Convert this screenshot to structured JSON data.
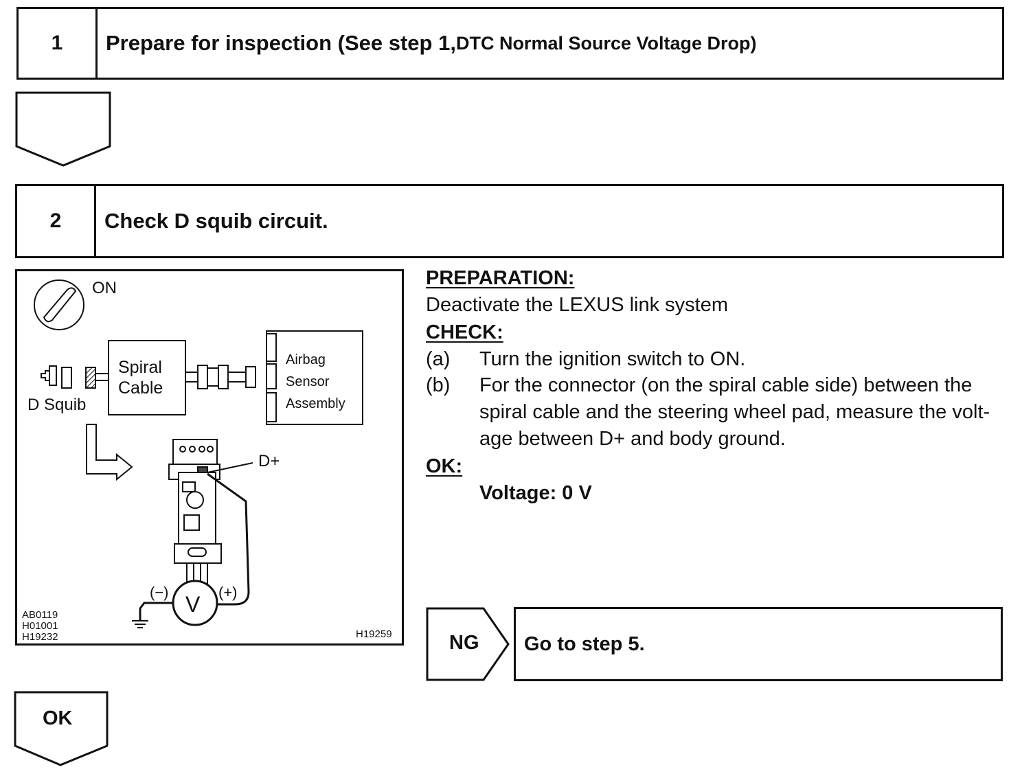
{
  "step1": {
    "number": "1",
    "title_main": "Prepare for inspection (See step 1, ",
    "title_ref": "DTC Normal Source Voltage Drop)"
  },
  "step2": {
    "number": "2",
    "title": "Check D squib circuit."
  },
  "diagram": {
    "ignition_label": "ON",
    "spiral_cable_line1": "Spiral",
    "spiral_cable_line2": "Cable",
    "d_squib_label": "D Squib",
    "airbag_line1": "Airbag",
    "airbag_line2": "Sensor",
    "airbag_line3": "Assembly",
    "terminal_label": "D+",
    "minus_label": "(−)",
    "plus_label": "(+)",
    "meter_symbol": "V",
    "fig_codes": [
      "AB0119",
      "H01001",
      "H19232"
    ],
    "fig_id": "H19259"
  },
  "instructions": {
    "preparation_label": "PREPARATION:",
    "preparation_text": "Deactivate the LEXUS link system",
    "check_label": "CHECK:",
    "items": [
      {
        "marker": "(a)",
        "lines": [
          "Turn the ignition switch to ON."
        ]
      },
      {
        "marker": "(b)",
        "lines": [
          "For the connector (on the spiral cable side) between the",
          "spiral cable and the steering wheel pad, measure the volt-",
          "age between D+ and body ground."
        ]
      }
    ],
    "ok_label": "OK:",
    "ok_value": "Voltage: 0 V"
  },
  "ng_result": {
    "label": "NG",
    "text": "Go to step 5."
  },
  "ok_result": {
    "label": "OK"
  }
}
